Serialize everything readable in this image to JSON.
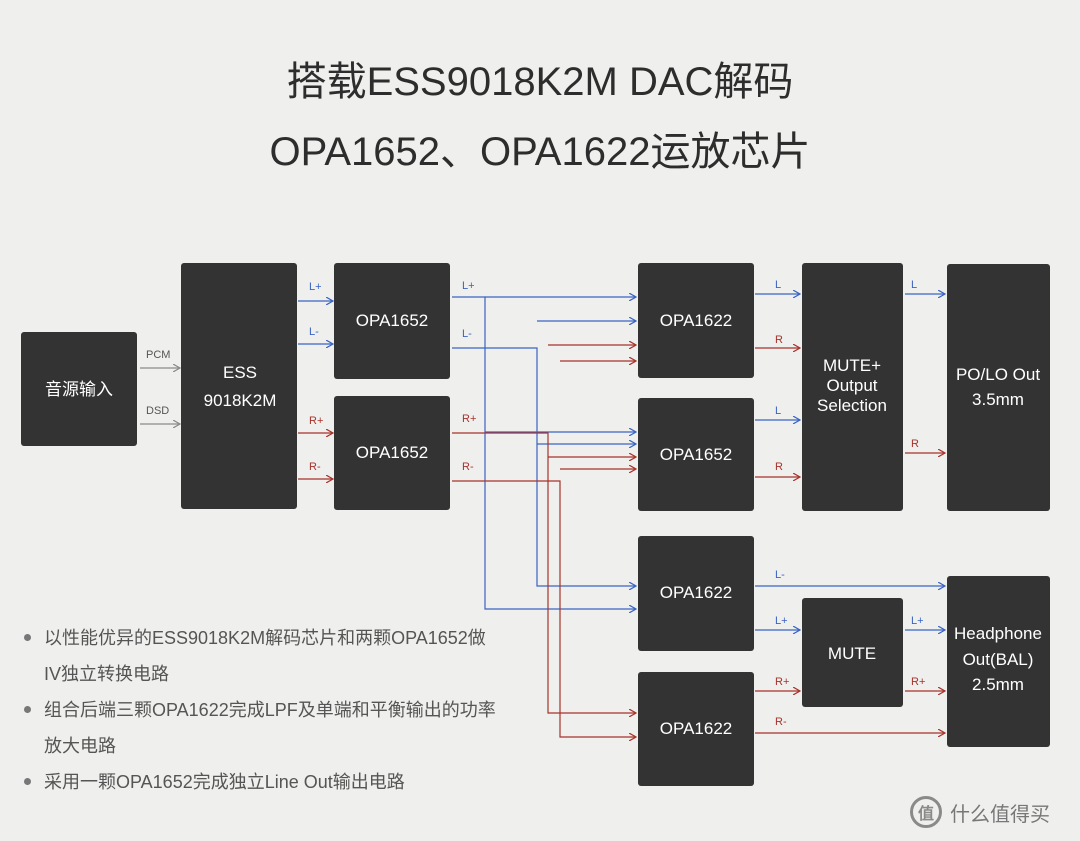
{
  "title": {
    "line1": "搭载ESS9018K2M DAC解码",
    "line2": "OPA1652、OPA1622运放芯片"
  },
  "blocks": {
    "input": "音源输入",
    "dac_line1": "ESS",
    "dac_line2": "9018K2M",
    "opa1652_top": "OPA1652",
    "opa1652_bottom": "OPA1652",
    "opa1622_a": "OPA1622",
    "opa1652_mid": "OPA1652",
    "opa1622_b": "OPA1622",
    "opa1622_c": "OPA1622",
    "mute_sel_line1": "MUTE+",
    "mute_sel_line2": "Output",
    "mute_sel_line3": "Selection",
    "mute": "MUTE",
    "po_lo_line1": "PO/LO Out",
    "po_lo_line2": "3.5mm",
    "hp_line1": "Headphone",
    "hp_line2": "Out(BAL)",
    "hp_line3": "2.5mm"
  },
  "signals": {
    "pcm": "PCM",
    "dsd": "DSD",
    "l_plus": "L+",
    "l_minus": "L-",
    "r_plus": "R+",
    "r_minus": "R-",
    "l": "L",
    "r": "R"
  },
  "colors": {
    "background": "#efefed",
    "block": "#333333",
    "left_channel": "#3a63c4",
    "right_channel": "#a8332c",
    "input_wire": "#8a8a8a"
  },
  "bullets": [
    "以性能优异的ESS9018K2M解码芯片和两颗OPA1652做IV独立转换电路",
    "组合后端三颗OPA1622完成LPF及单端和平衡输出的功率放大电路",
    "采用一颗OPA1652完成独立Line Out输出电路"
  ],
  "watermark": {
    "logo": "值",
    "text": "什么值得买"
  }
}
